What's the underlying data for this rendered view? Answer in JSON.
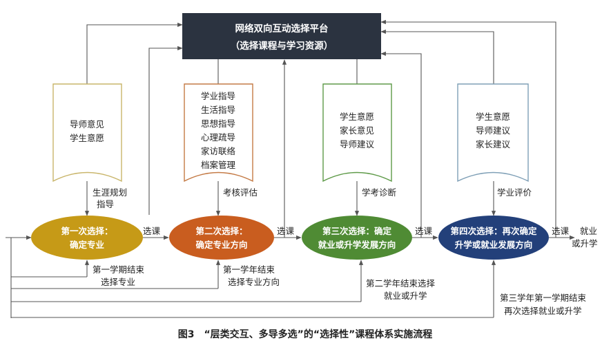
{
  "platform": {
    "line1": "网络双向互动选择平台",
    "line2": "（选择课程与学习资源）",
    "fill": "#2b3340"
  },
  "boxes": [
    {
      "lines": [
        "导师意见",
        "学生意愿"
      ],
      "border": "#c9b56a"
    },
    {
      "lines": [
        "学业指导",
        "生活指导",
        "思想指导",
        "心理疏导",
        "家访联络",
        "档案管理"
      ],
      "border": "#c47a45"
    },
    {
      "lines": [
        "学生意愿",
        "家长意见",
        "导师建议"
      ],
      "border": "#5e9a48"
    },
    {
      "lines": [
        "学生意愿",
        "导师建议",
        "家长建议"
      ],
      "border": "#7e9fb6"
    }
  ],
  "box_labels": [
    [
      "生涯规划",
      "指导"
    ],
    [
      "考核评估"
    ],
    [
      "学考诊断"
    ],
    [
      "学业评价"
    ]
  ],
  "stages": [
    {
      "line1": "第一次选择：",
      "line2": "确定专业",
      "color": "#c69a17"
    },
    {
      "line1": "第二次选择：",
      "line2": "确定专业方向",
      "color": "#c95d1f"
    },
    {
      "line1": "第三次选择：确定",
      "line2": "就业或升学发展方向",
      "color": "#4f8b34"
    },
    {
      "line1": "第四次选择：再次确定",
      "line2": "升学或就业发展方向",
      "color": "#23407a"
    }
  ],
  "select_label": "选课",
  "final": [
    "就业",
    "或升学"
  ],
  "bottom_notes": [
    [
      "第一学期结束",
      "选择专业"
    ],
    [
      "第一学年结束",
      "选择专业方向"
    ],
    [
      "第二学年结束选择",
      "就业或升学"
    ],
    [
      "第三学年第一学期结束",
      "再次选择就业或升学"
    ]
  ],
  "caption": "图3　“层类交互、多导多选”的“选择性”课程体系实施流程"
}
